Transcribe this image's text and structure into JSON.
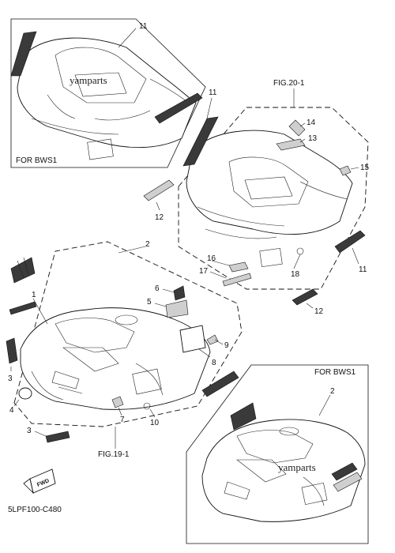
{
  "callouts": {
    "c11_top": "11",
    "c11_fig20": "11",
    "c11_right": "11",
    "c14": "14",
    "c13": "13",
    "c15": "15",
    "c12_left": "12",
    "c12_right": "12",
    "c16": "16",
    "c17": "17",
    "c18": "18",
    "c2_main": "2",
    "c1": "1",
    "c6": "6",
    "c5": "5",
    "c9": "9",
    "c8": "8",
    "c3_upper": "3",
    "c4": "4",
    "c7": "7",
    "c10": "10",
    "c3_lower": "3",
    "c2_bws": "2"
  },
  "captions": {
    "for_bws1_top": "FOR BWS1",
    "for_bws1_bottom": "FOR BWS1",
    "fig_20_1": "FIG.20-1",
    "fig_19_1": "FIG.19-1",
    "drawing_code": "5LPF100-C480",
    "fwd_badge": "FWD"
  },
  "watermarks": {
    "top": "yamparts",
    "bottom": "yamparts"
  },
  "colors": {
    "line": "#111111",
    "decal": "#3a3a3a",
    "background": "#ffffff"
  }
}
